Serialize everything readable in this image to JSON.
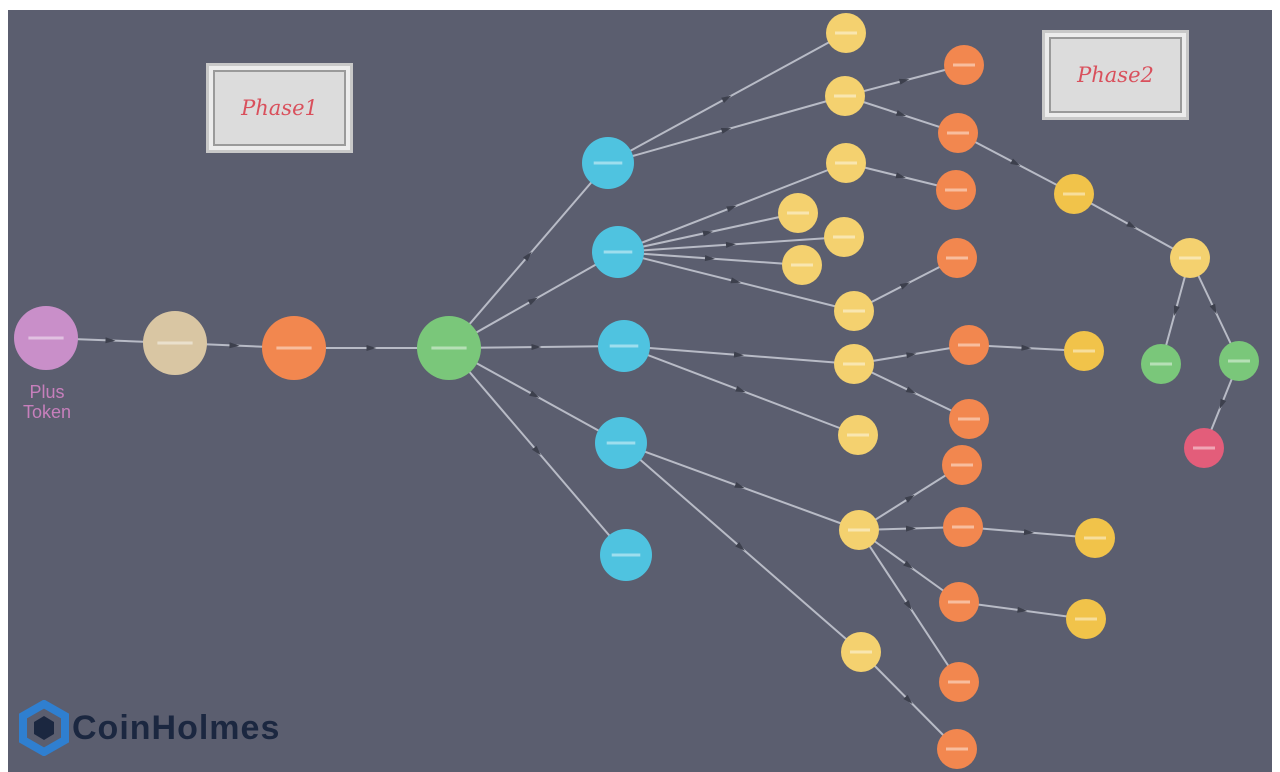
{
  "phases": {
    "phase1": "Phase1",
    "phase2": "Phase2"
  },
  "token_label": [
    "Plus",
    "Token"
  ],
  "logo": {
    "text": "CoinHolmes",
    "icon": "hexagon-logo-icon"
  },
  "colors": {
    "background": "#5b5e6f",
    "edge": "#c9ccd6",
    "pink": "#c98fc9",
    "tan": "#d9c6a3",
    "orange": "#f2874f",
    "green": "#7ac77a",
    "blue": "#4fc3e0",
    "yellow": "#f4d16f",
    "gold": "#f1c34a",
    "red": "#e35d7a"
  },
  "graph": {
    "nodes": [
      {
        "id": "pink",
        "color": "pink"
      },
      {
        "id": "tan",
        "color": "tan"
      },
      {
        "id": "o0",
        "color": "orange"
      },
      {
        "id": "hub",
        "color": "green"
      },
      {
        "id": "b1",
        "color": "blue"
      },
      {
        "id": "b2",
        "color": "blue"
      },
      {
        "id": "b3",
        "color": "blue"
      },
      {
        "id": "b4",
        "color": "blue"
      },
      {
        "id": "b5",
        "color": "blue"
      },
      {
        "id": "y1",
        "color": "yellow"
      },
      {
        "id": "y2",
        "color": "yellow"
      },
      {
        "id": "y3",
        "color": "yellow"
      },
      {
        "id": "y4",
        "color": "yellow"
      },
      {
        "id": "y5",
        "color": "yellow"
      },
      {
        "id": "y6",
        "color": "yellow"
      },
      {
        "id": "y7",
        "color": "yellow"
      },
      {
        "id": "y8",
        "color": "yellow"
      },
      {
        "id": "y9",
        "color": "yellow"
      },
      {
        "id": "y10",
        "color": "yellow"
      },
      {
        "id": "y11",
        "color": "yellow"
      },
      {
        "id": "o1",
        "color": "orange"
      },
      {
        "id": "o2",
        "color": "orange"
      },
      {
        "id": "o3",
        "color": "orange"
      },
      {
        "id": "o4",
        "color": "orange"
      },
      {
        "id": "o5",
        "color": "orange"
      },
      {
        "id": "o6",
        "color": "orange"
      },
      {
        "id": "o7",
        "color": "orange"
      },
      {
        "id": "o8",
        "color": "orange"
      },
      {
        "id": "o9",
        "color": "orange"
      },
      {
        "id": "o10",
        "color": "orange"
      },
      {
        "id": "o11",
        "color": "orange"
      },
      {
        "id": "g1",
        "color": "gold"
      },
      {
        "id": "g2",
        "color": "gold"
      },
      {
        "id": "g3",
        "color": "gold"
      },
      {
        "id": "g4",
        "color": "gold"
      },
      {
        "id": "y12",
        "color": "yellow"
      },
      {
        "id": "gr1",
        "color": "green"
      },
      {
        "id": "gr2",
        "color": "green"
      },
      {
        "id": "r1",
        "color": "red"
      }
    ],
    "edges": [
      [
        "pink",
        "tan"
      ],
      [
        "tan",
        "o0"
      ],
      [
        "o0",
        "hub"
      ],
      [
        "hub",
        "b1"
      ],
      [
        "hub",
        "b2"
      ],
      [
        "hub",
        "b3"
      ],
      [
        "hub",
        "b4"
      ],
      [
        "hub",
        "b5"
      ],
      [
        "b1",
        "y1"
      ],
      [
        "b1",
        "y2"
      ],
      [
        "b2",
        "y3"
      ],
      [
        "b2",
        "y4"
      ],
      [
        "b2",
        "y5"
      ],
      [
        "b2",
        "y6"
      ],
      [
        "b2",
        "y7"
      ],
      [
        "b3",
        "y8"
      ],
      [
        "b3",
        "y9"
      ],
      [
        "b4",
        "y10"
      ],
      [
        "b4",
        "y11"
      ],
      [
        "y2",
        "o1"
      ],
      [
        "y2",
        "o2"
      ],
      [
        "y3",
        "o3"
      ],
      [
        "y7",
        "o4"
      ],
      [
        "y8",
        "o5"
      ],
      [
        "y8",
        "o6"
      ],
      [
        "y10",
        "o7"
      ],
      [
        "y10",
        "o8"
      ],
      [
        "y10",
        "o9"
      ],
      [
        "y10",
        "o10"
      ],
      [
        "y11",
        "o11"
      ],
      [
        "o2",
        "g1"
      ],
      [
        "g1",
        "y12"
      ],
      [
        "y12",
        "gr1"
      ],
      [
        "y12",
        "gr2"
      ],
      [
        "gr2",
        "r1"
      ],
      [
        "o5",
        "g2"
      ],
      [
        "o8",
        "g3"
      ],
      [
        "o9",
        "g4"
      ]
    ]
  }
}
